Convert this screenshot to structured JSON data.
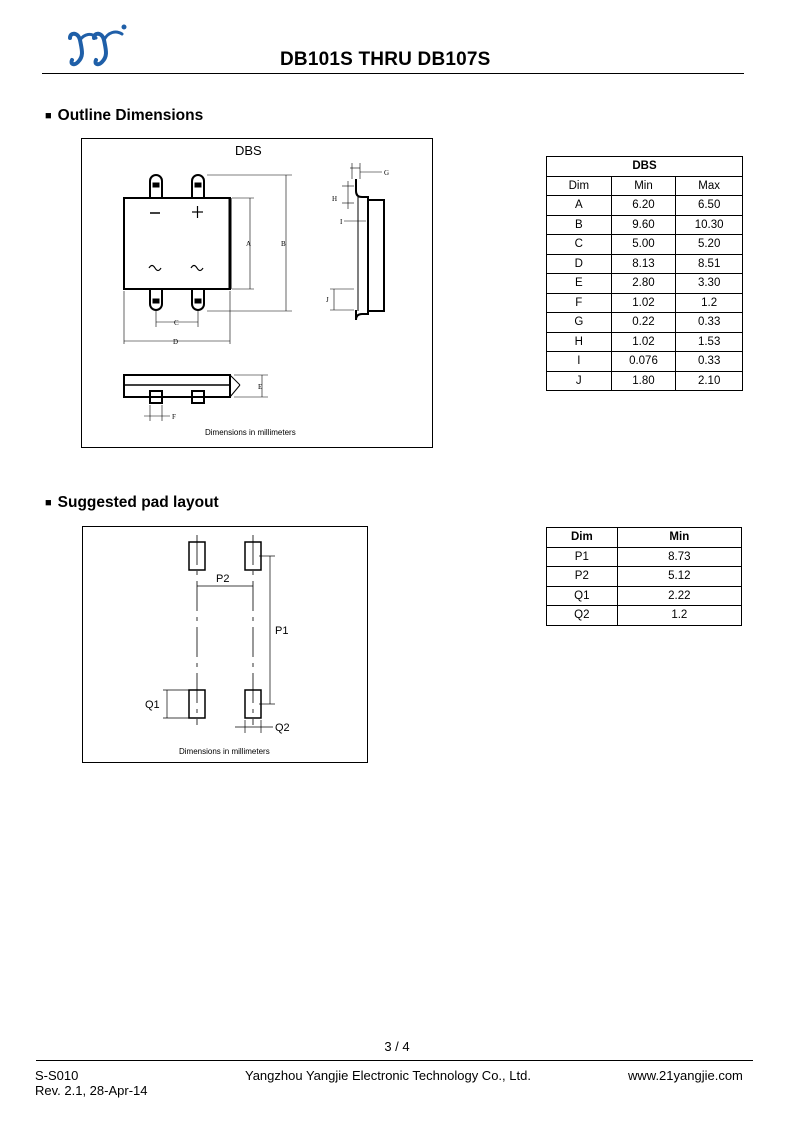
{
  "header": {
    "title": "DB101S THRU DB107S"
  },
  "sections": {
    "outline": {
      "heading": "Outline Dimensions",
      "figure": {
        "package_label": "DBS",
        "note": "Dimensions in millimeters",
        "dim_labels": [
          "A",
          "B",
          "C",
          "D",
          "E",
          "F",
          "G",
          "H",
          "I",
          "J"
        ]
      }
    },
    "pad_layout": {
      "heading": "Suggested pad layout",
      "figure": {
        "note": "Dimensions in millimeters",
        "labels": [
          "P1",
          "P2",
          "Q1",
          "Q2"
        ]
      }
    }
  },
  "dims_table": {
    "group_header": "DBS",
    "headers": [
      "Dim",
      "Min",
      "Max"
    ],
    "rows": [
      [
        "A",
        "6.20",
        "6.50"
      ],
      [
        "B",
        "9.60",
        "10.30"
      ],
      [
        "C",
        "5.00",
        "5.20"
      ],
      [
        "D",
        "8.13",
        "8.51"
      ],
      [
        "E",
        "2.80",
        "3.30"
      ],
      [
        "F",
        "1.02",
        "1.2"
      ],
      [
        "G",
        "0.22",
        "0.33"
      ],
      [
        "H",
        "1.02",
        "1.53"
      ],
      [
        "I",
        "0.076",
        "0.33"
      ],
      [
        "J",
        "1.80",
        "2.10"
      ]
    ]
  },
  "pad_table": {
    "headers": [
      "Dim",
      "Min"
    ],
    "rows": [
      [
        "P1",
        "8.73"
      ],
      [
        "P2",
        "5.12"
      ],
      [
        "Q1",
        "2.22"
      ],
      [
        "Q2",
        "1.2"
      ]
    ]
  },
  "footer": {
    "page": "3 / 4",
    "doc_code": "S-S010",
    "revision": "Rev. 2.1, 28-Apr-14",
    "company": "Yangzhou Yangjie Electronic Technology Co., Ltd.",
    "url": "www.21yangjie.com"
  },
  "colors": {
    "logo": "#1f5fa8",
    "line": "#000000"
  }
}
